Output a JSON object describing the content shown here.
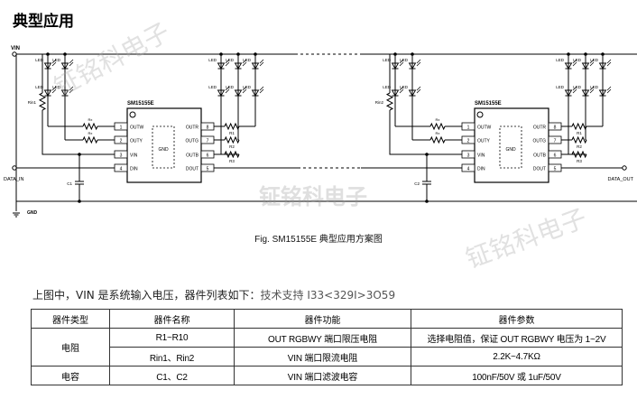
{
  "title": "典型应用",
  "schematic": {
    "vin": "VIN",
    "gnd": "GND",
    "data_in": "DATA_IN",
    "data_out": "DATA_OUT",
    "led": "LED",
    "chip_name": "SM15155E",
    "chip_gnd": "GND",
    "rin1": "Rin1",
    "rin2": "Rin2",
    "c1": "C1",
    "c2": "C2",
    "r_small": "Rx",
    "r_labels": [
      "R1",
      "R2",
      "R3"
    ],
    "left_pins": [
      {
        "num": "1",
        "name": "OUTW"
      },
      {
        "num": "2",
        "name": "OUTY"
      },
      {
        "num": "3",
        "name": "VIN"
      },
      {
        "num": "4",
        "name": "DIN"
      }
    ],
    "right_pins": [
      {
        "num": "8",
        "name": "OUTR"
      },
      {
        "num": "7",
        "name": "OUTG"
      },
      {
        "num": "6",
        "name": "OUTB"
      },
      {
        "num": "5",
        "name": "DOUT"
      }
    ]
  },
  "figure": {
    "caption": "Fig. SM15155E 典型应用方案图"
  },
  "intro": {
    "text": "上图中，VIN 是系统输入电压，器件列表如下：",
    "support": "技术支持 I33<329I>3O59"
  },
  "table": {
    "headers": [
      "器件类型",
      "器件名称",
      "器件功能",
      "器件参数"
    ],
    "rows": [
      {
        "type": "电阻",
        "name": "R1~R10",
        "func": "OUT RGBWY 端口限压电阻",
        "param": "选择电阻值，保证 OUT RGBWY 电压为 1~2V"
      },
      {
        "type": "",
        "name": "Rin1、Rin2",
        "func": "VIN 端口限流电阻",
        "param": "2.2K~4.7KΩ"
      },
      {
        "type": "电容",
        "name": "C1、C2",
        "func": "VIN 端口滤波电容",
        "param": "100nF/50V 或 1uF/50V"
      }
    ]
  },
  "watermark": {
    "text": "钲铭科电子"
  }
}
